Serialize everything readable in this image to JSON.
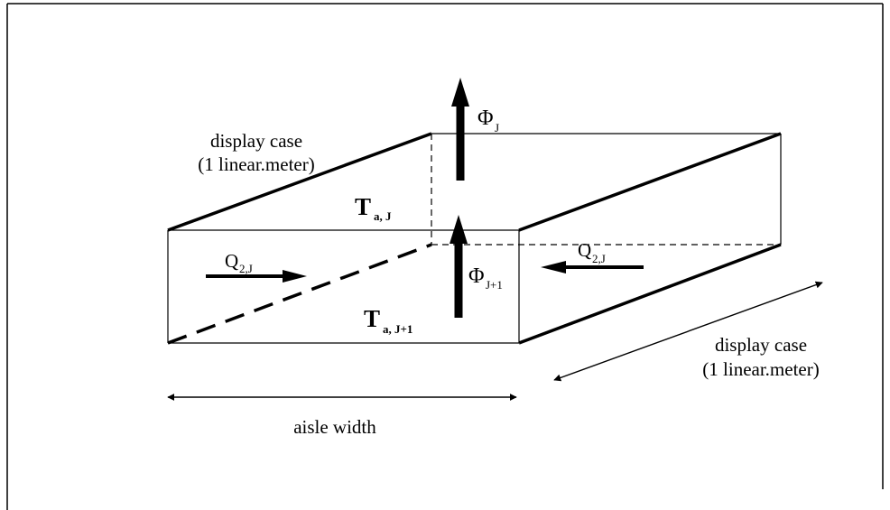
{
  "labels": {
    "display_case_left_line1": "display case",
    "display_case_left_line2": "(1 linear.meter)",
    "display_case_right_line1": "display case",
    "display_case_right_line2": "(1 linear.meter)",
    "aisle_width": "aisle width",
    "phi_top_symbol": "Φ",
    "phi_top_subscript": "J",
    "phi_mid_symbol": "Φ",
    "phi_mid_subscript": "J+1",
    "t_upper_symbol": "T",
    "t_upper_subscript": "a, J",
    "t_lower_symbol": "T",
    "t_lower_subscript": "a, J+1",
    "q_left_symbol": "Q",
    "q_left_subscript": "2,J",
    "q_right_symbol": "Q",
    "q_right_subscript": "2,J"
  },
  "colors": {
    "line": "#000000",
    "background": "#ffffff"
  }
}
